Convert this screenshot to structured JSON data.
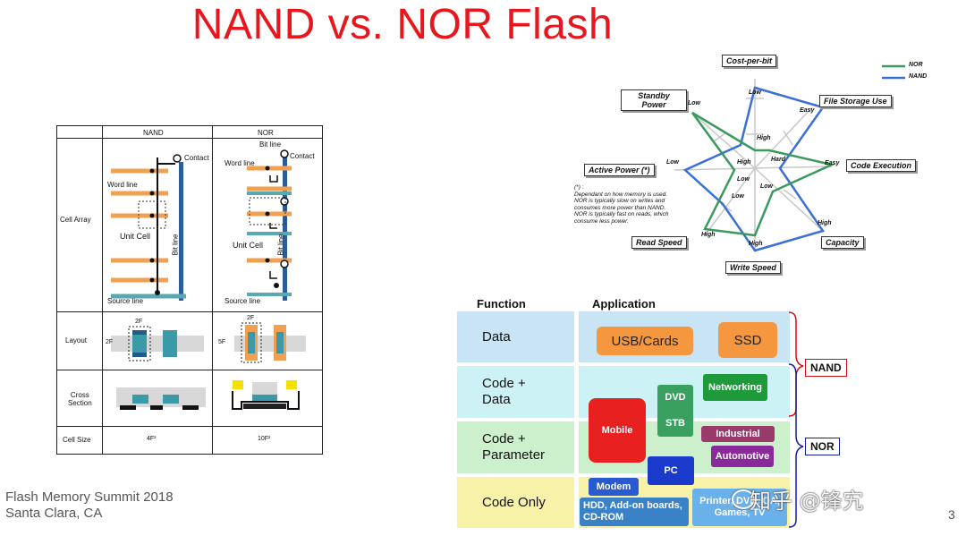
{
  "slide": {
    "title": "NAND vs. NOR Flash",
    "footer_line1": "Flash Memory Summit 2018",
    "footer_line2": "Santa Clara, CA",
    "page_number": "3",
    "watermark": "知乎 @锋宄"
  },
  "table": {
    "col_nand": "NAND",
    "col_nor": "NOR",
    "row_cell_array": "Cell Array",
    "row_layout": "Layout",
    "row_cross_line1": "Cross",
    "row_cross_line2": "Section",
    "row_cell_size": "Cell Size",
    "nand_contact": "Contact",
    "nand_word_line": "Word line",
    "nand_unit_cell": "Unit Cell",
    "nand_bit_line": "Bit line",
    "nand_source_line": "Source line",
    "nor_bit_line": "Bit line",
    "nor_contact": "Contact",
    "nor_word_line": "Word line",
    "nor_unit_cell": "Unit Cell",
    "nor_bit_line_vert": "Bit line",
    "nor_source_line": "Source line",
    "nand_layout_2f_top": "2F",
    "nand_layout_2f_left": "2F",
    "nor_layout_2f_top": "2F",
    "nor_layout_5f_left": "5F",
    "nand_cell_size": "4F²",
    "nor_cell_size": "10F²"
  },
  "radar": {
    "axes": {
      "cost": "Cost-per-bit",
      "file_storage": "File Storage Use",
      "code_exec": "Code Execution",
      "capacity": "Capacity",
      "write_speed": "Write Speed",
      "read_speed": "Read Speed",
      "active_power": "Active Power (*)",
      "standby": "Standby Power"
    },
    "ticks": {
      "cost_low": "Low",
      "file_easy": "Easy",
      "exec_easy": "Easy",
      "cap_high": "High",
      "write_high": "High",
      "read_high": "High",
      "active_low": "Low",
      "standby_low": "Low",
      "inner_high_top": "High",
      "inner_hard": "Hard",
      "inner_high_left": "High",
      "inner_low_left": "Low",
      "inner_low_right": "Low",
      "inner_low_bottom": "Low"
    },
    "note_line1": "(*) :",
    "note_line2": "Dependant on how memory is used.",
    "note_line3": "NOR is typically slow on writes and",
    "note_line4": "consumes more power than NAND.",
    "note_line5": "NOR is typically fast on reads, which",
    "note_line6": "consume less power.",
    "legend_nor": "NOR",
    "legend_nand": "NAND",
    "color_nor": "#3a9a5e",
    "color_nand": "#3a6fd8"
  },
  "apps": {
    "header_function": "Function",
    "header_application": "Application",
    "rows": [
      {
        "function": "Data"
      },
      {
        "function_line1": "Code +",
        "function_line2": "Data"
      },
      {
        "function_line1": "Code +",
        "function_line2": "Parameter"
      },
      {
        "function": "Code Only"
      }
    ],
    "usb": "USB/Cards",
    "ssd": "SSD",
    "networking": "Networking",
    "dvd": "DVD",
    "stb": "STB",
    "mobile": "Mobile",
    "industrial": "Industrial",
    "automotive": "Automotive",
    "pc": "PC",
    "modem": "Modem",
    "hdd": "HDD, Add-on boards, CD-ROM",
    "printer": "Printer, DVD, OA, Games, TV",
    "nand_label": "NAND",
    "nor_label": "NOR"
  }
}
